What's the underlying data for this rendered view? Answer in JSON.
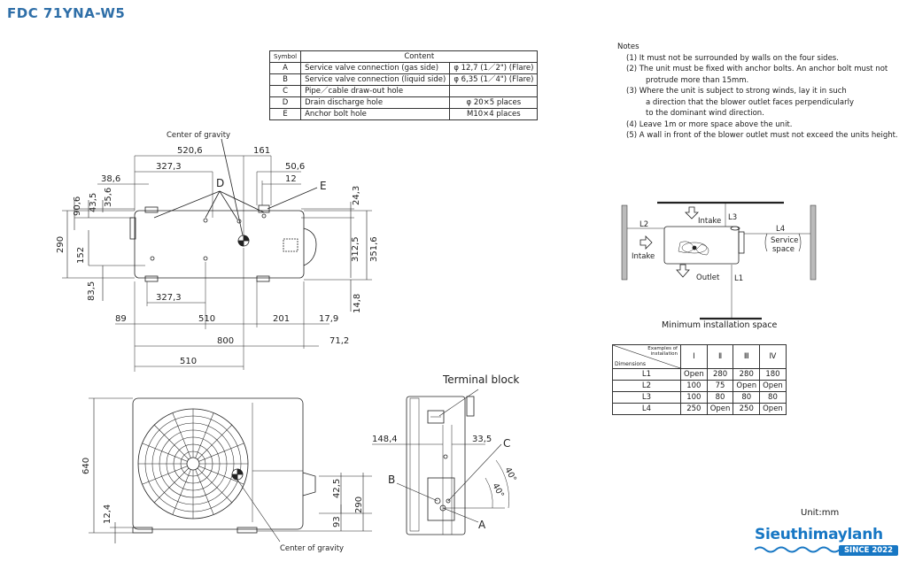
{
  "title": "FDC 71YNA-W5",
  "symbol_table": {
    "header_symbol": "Symbol",
    "header_content": "Content",
    "rows": [
      {
        "symbol": "A",
        "content": "Service valve connection (gas side)",
        "spec": "φ 12,7 (1／2\") (Flare)"
      },
      {
        "symbol": "B",
        "content": "Service valve connection (liquid side)",
        "spec": "φ 6,35 (1／4\") (Flare)"
      },
      {
        "symbol": "C",
        "content": "Pipe／cable draw-out hole",
        "spec": ""
      },
      {
        "symbol": "D",
        "content": "Drain discharge hole",
        "spec": "φ 20×5 places"
      },
      {
        "symbol": "E",
        "content": "Anchor bolt hole",
        "spec": "M10×4 places"
      }
    ]
  },
  "notes": {
    "heading": "Notes",
    "lines": [
      {
        "text": "(1)  It must not be surrounded by walls on the four sides.",
        "indent": false
      },
      {
        "text": "(2)  The unit must be fixed with anchor bolts. An anchor bolt must not",
        "indent": false
      },
      {
        "text": "protrude more than 15mm.",
        "indent": true
      },
      {
        "text": "(3)  Where the unit is subject to strong winds, lay it in such",
        "indent": false
      },
      {
        "text": "a direction that the blower outlet faces perpendicularly",
        "indent": true
      },
      {
        "text": "to the dominant wind direction.",
        "indent": true
      },
      {
        "text": "(4)  Leave 1m or more space above the unit.",
        "indent": false
      },
      {
        "text": "(5)  A wall in front of the blower outlet must not exceed the units height.",
        "indent": false
      }
    ]
  },
  "top_view": {
    "center_of_gravity": "Center of gravity",
    "label_d": "D",
    "label_e": "E",
    "dims": {
      "d520_6": "520,6",
      "d161": "161",
      "d327_3_top": "327,3",
      "d50_6": "50,6",
      "d38_6": "38,6",
      "d12": "12",
      "d35_6": "35,6",
      "d43_5": "43,5",
      "d90_6": "90,6",
      "d24_3": "24,3",
      "d290": "290",
      "d152": "152",
      "d312_5": "312,5",
      "d351_6": "351,6",
      "d83_5": "83,5",
      "d327_3_bottom": "327,3",
      "d14_8": "14,8",
      "d89": "89",
      "d510": "510",
      "d201": "201",
      "d17_9": "17,9",
      "d800": "800",
      "d71_2": "71,2",
      "d510_bottom": "510"
    }
  },
  "front_view": {
    "center_of_gravity": "Center of gravity",
    "dims": {
      "d640": "640",
      "d12_4": "12,4",
      "d42_5": "42,5",
      "d93": "93",
      "d290": "290"
    }
  },
  "side_view": {
    "terminal_block": "Terminal block",
    "label_a": "A",
    "label_b": "B",
    "label_c": "C",
    "dims": {
      "d148_4": "148,4",
      "d33_5": "33,5",
      "d40a": "40°",
      "d40b": "40°"
    }
  },
  "install_diagram": {
    "intake_top": "Intake",
    "intake_left": "Intake",
    "outlet": "Outlet",
    "service_line1": "Service",
    "service_line2": "space",
    "l1": "L1",
    "l2": "L2",
    "l3": "L3",
    "l4": "L4",
    "caption": "Minimum installation space"
  },
  "install_table": {
    "corner_top_line1": "Examples of",
    "corner_top_line2": "installation",
    "corner_bottom": "Dimensions",
    "columns": [
      "Ⅰ",
      "Ⅱ",
      "Ⅲ",
      "Ⅳ"
    ],
    "rows": [
      {
        "label": "L1",
        "values": [
          "Open",
          "280",
          "280",
          "180"
        ]
      },
      {
        "label": "L2",
        "values": [
          "100",
          "75",
          "Open",
          "Open"
        ]
      },
      {
        "label": "L3",
        "values": [
          "100",
          "80",
          "80",
          "80"
        ]
      },
      {
        "label": "L4",
        "values": [
          "250",
          "Open",
          "250",
          "Open"
        ]
      }
    ]
  },
  "unit_label": "Unit:mm",
  "logo": {
    "name": "Sieuthimaylanh",
    "since": "SINCE 2022",
    "color": "#1777c4"
  }
}
